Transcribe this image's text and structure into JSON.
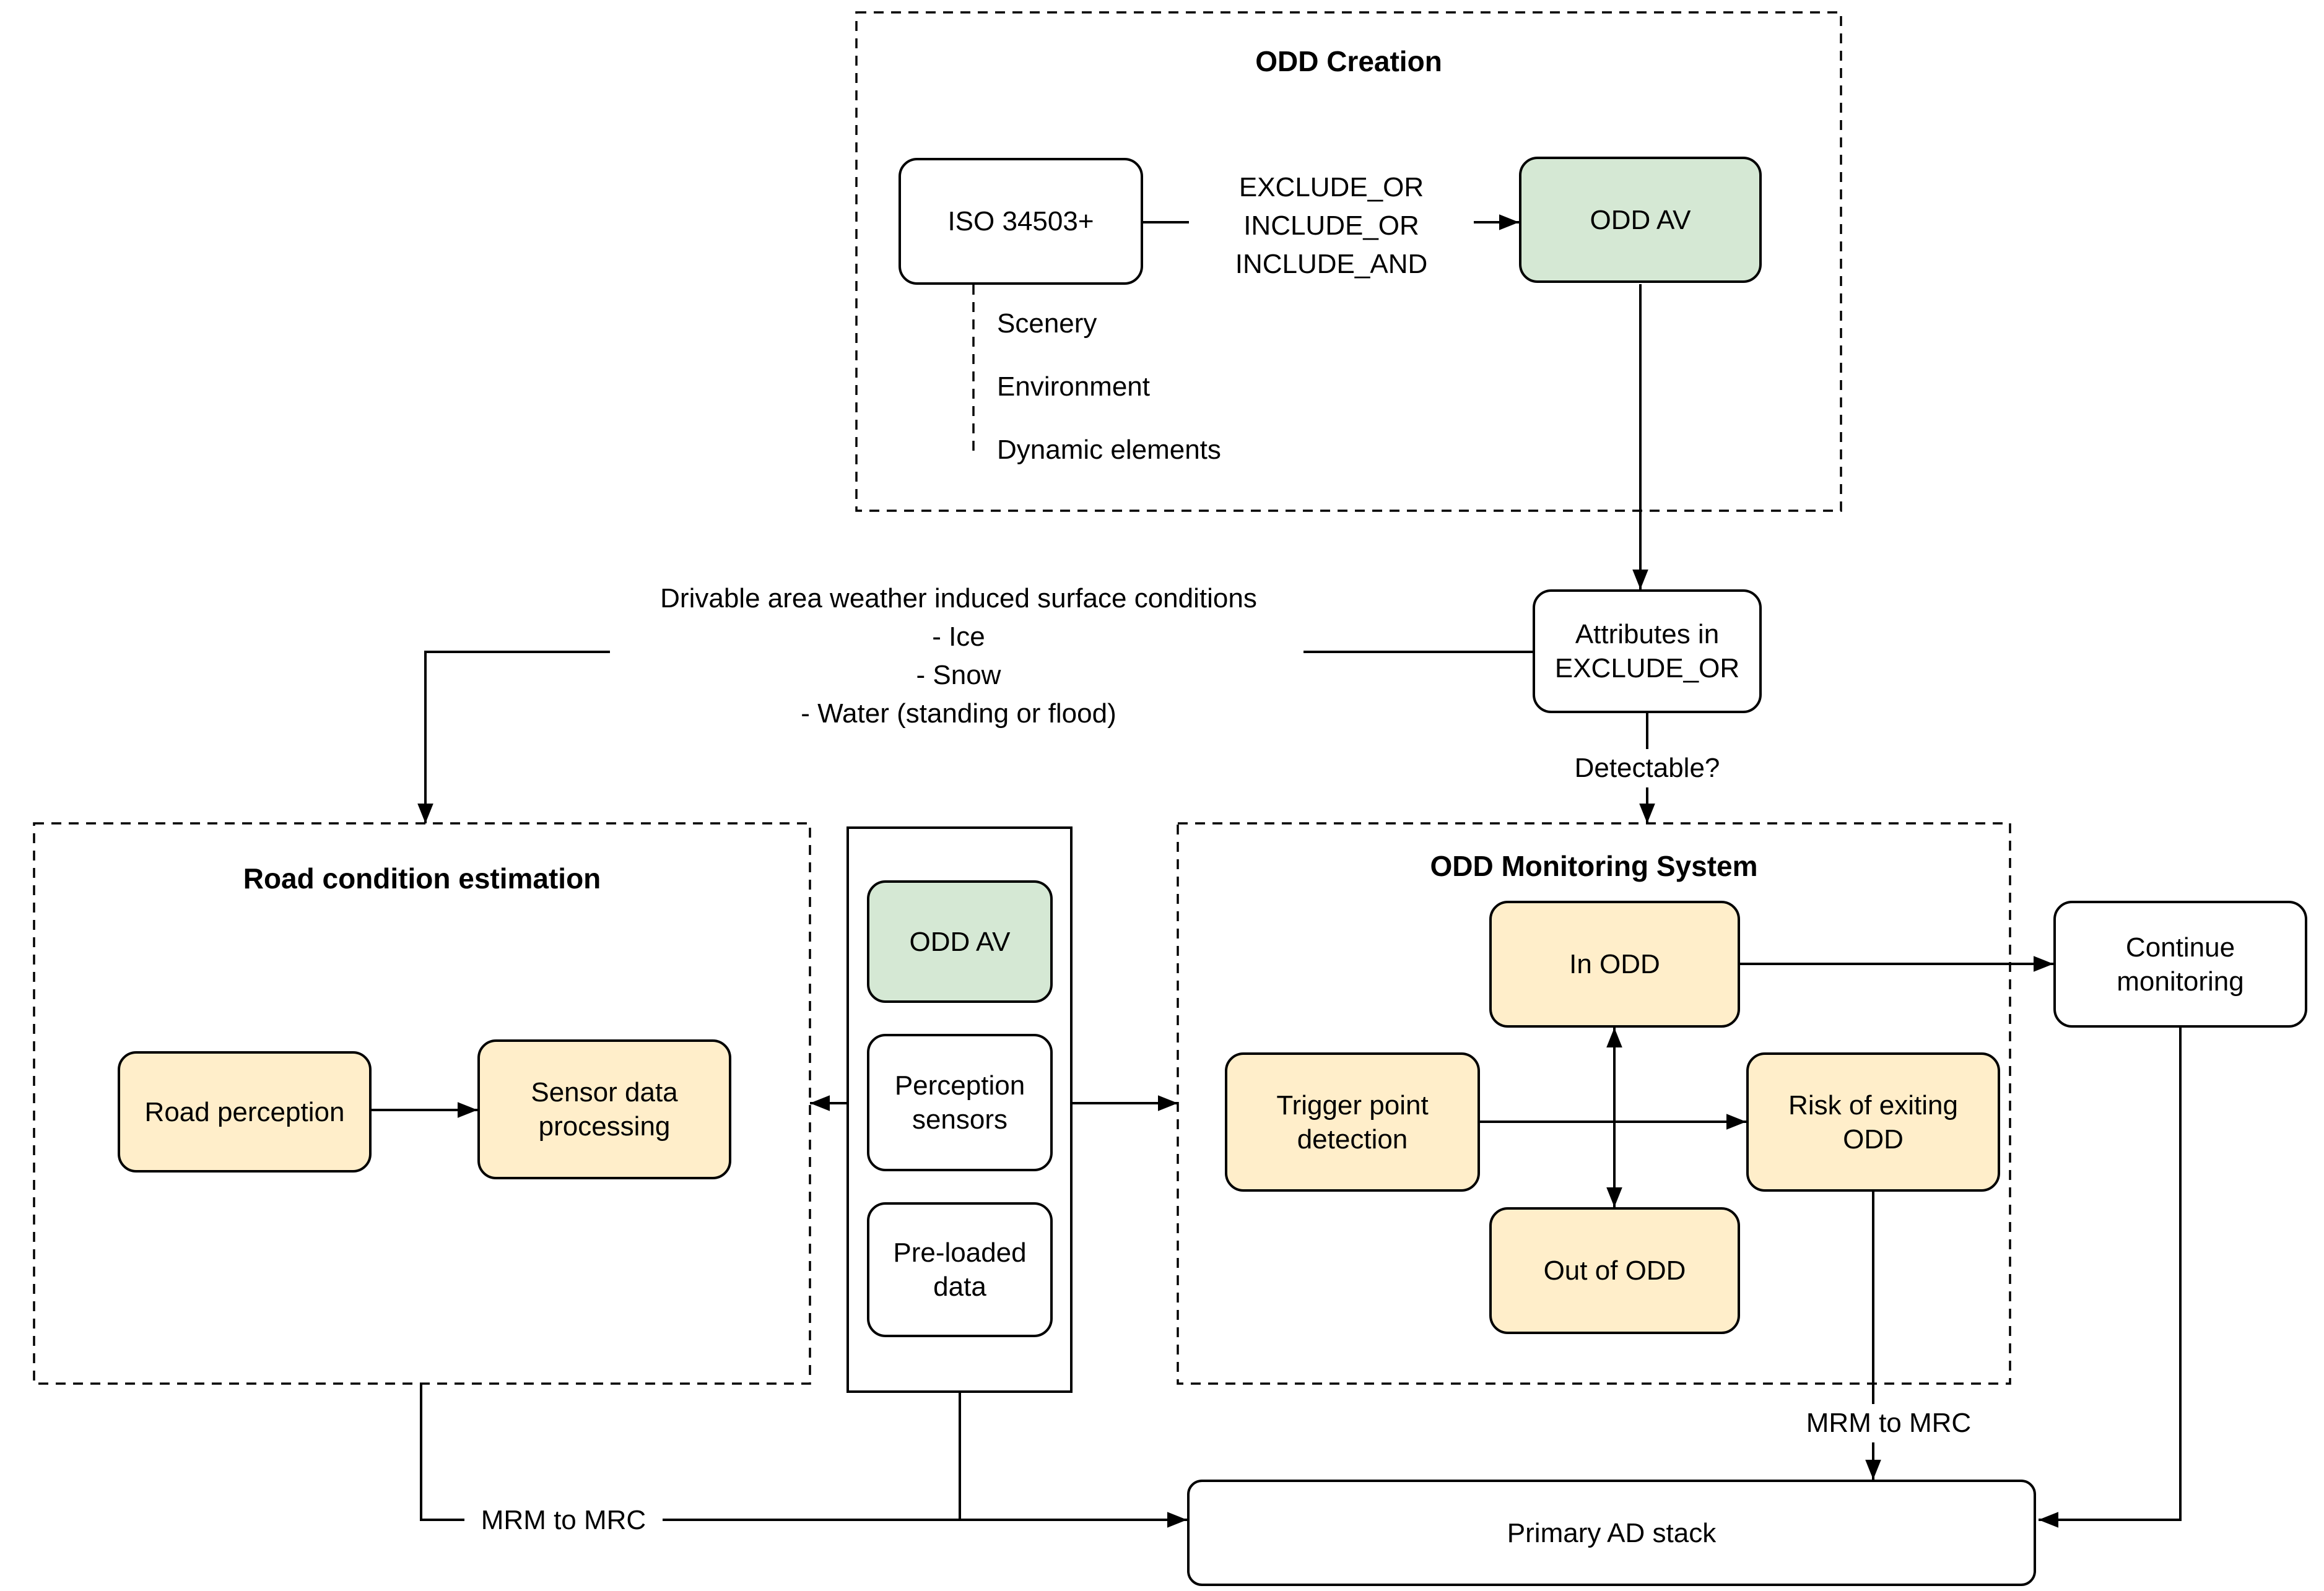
{
  "odd_creation": {
    "title": "ODD Creation",
    "iso_standard": "ISO 34503+",
    "operators": [
      "EXCLUDE_OR",
      "INCLUDE_OR",
      "INCLUDE_AND"
    ],
    "odd_av": "ODD AV",
    "categories": [
      "Scenery",
      "Environment",
      "Dynamic elements"
    ]
  },
  "flow": {
    "attributes_in_exclude_or": "Attributes in EXCLUDE_OR",
    "detectable": "Detectable?",
    "drivable_title": "Drivable area weather induced surface conditions",
    "drivable_items": [
      "- Ice",
      "- Snow",
      "- Water (standing or flood)"
    ],
    "mrm_to_mrc_left": "MRM to MRC",
    "mrm_to_mrc_right": "MRM to MRC"
  },
  "road_condition": {
    "title": "Road condition estimation",
    "road_perception": "Road perception",
    "sensor_data_processing": "Sensor data processing"
  },
  "av_stack": {
    "odd_av": "ODD AV",
    "perception_sensors": "Perception sensors",
    "preloaded_data": "Pre-loaded data"
  },
  "monitoring": {
    "title": "ODD Monitoring System",
    "in_odd": "In ODD",
    "trigger_point_detection": "Trigger point detection",
    "risk_of_exiting_odd": "Risk of exiting ODD",
    "out_of_odd": "Out of ODD",
    "continue_monitoring": "Continue monitoring"
  },
  "primary_ad_stack": "Primary AD stack",
  "colors": {
    "node_green": "#d5e8d4",
    "node_yellow": "#ffeeca",
    "line": "#000000",
    "background": "#ffffff"
  }
}
